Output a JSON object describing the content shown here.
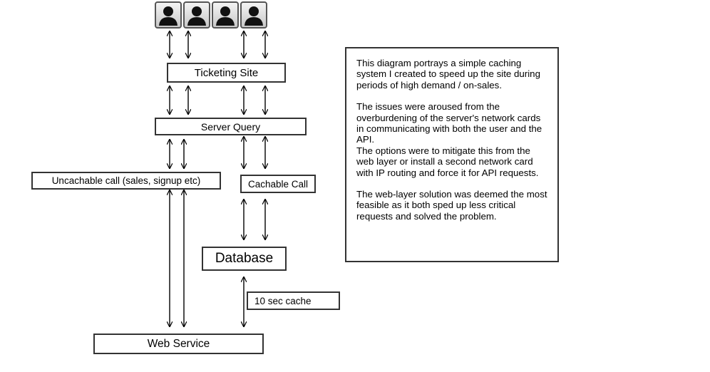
{
  "nodes": {
    "ticketing_site": "Ticketing Site",
    "server_query": "Server Query",
    "uncachable_call": "Uncachable call (sales, signup etc)",
    "cachable_call": "Cachable Call",
    "database": "Database",
    "cache_label": "10 sec cache",
    "web_service": "Web Service"
  },
  "users": [
    {
      "icon": "user-icon"
    },
    {
      "icon": "user-icon"
    },
    {
      "icon": "user-icon"
    },
    {
      "icon": "user-icon"
    }
  ],
  "description": {
    "p1": "This diagram portrays a simple caching system I created to speed up the site during periods of high demand / on-sales.",
    "p2": "The issues were aroused from the overburdening of the server's network cards in communicating with both the user and the API.",
    "p3": "The options were to mitigate this from the web layer or install a second network card with IP routing and force it for API requests.",
    "p4": "The web-layer solution was deemed the most feasible as it both sped up less critical requests and solved the problem."
  }
}
